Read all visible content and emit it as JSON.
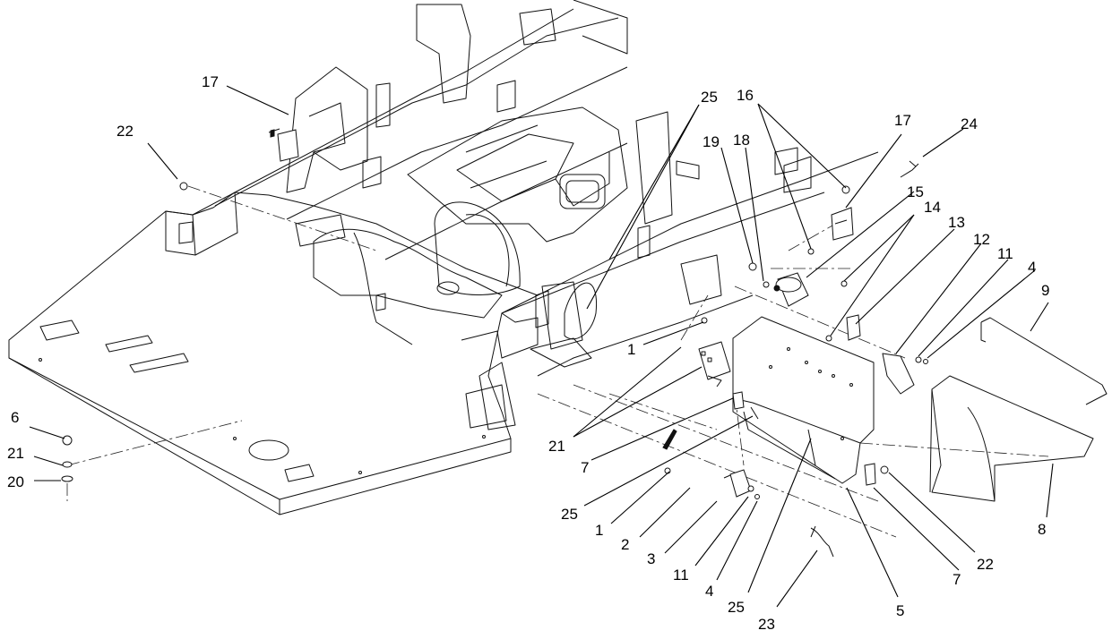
{
  "diagram": {
    "callouts": [
      {
        "id": "c17a",
        "label": "17"
      },
      {
        "id": "c22a",
        "label": "22"
      },
      {
        "id": "c25a",
        "label": "25"
      },
      {
        "id": "c16",
        "label": "16"
      },
      {
        "id": "c17b",
        "label": "17"
      },
      {
        "id": "c24",
        "label": "24"
      },
      {
        "id": "c19",
        "label": "19"
      },
      {
        "id": "c18",
        "label": "18"
      },
      {
        "id": "c15",
        "label": "15"
      },
      {
        "id": "c14",
        "label": "14"
      },
      {
        "id": "c13",
        "label": "13"
      },
      {
        "id": "c12",
        "label": "12"
      },
      {
        "id": "c11a",
        "label": "11"
      },
      {
        "id": "c4a",
        "label": "4"
      },
      {
        "id": "c9",
        "label": "9"
      },
      {
        "id": "c1a",
        "label": "1"
      },
      {
        "id": "c21a",
        "label": "21"
      },
      {
        "id": "c7a",
        "label": "7"
      },
      {
        "id": "c25b",
        "label": "25"
      },
      {
        "id": "c1b",
        "label": "1"
      },
      {
        "id": "c2",
        "label": "2"
      },
      {
        "id": "c3",
        "label": "3"
      },
      {
        "id": "c11b",
        "label": "11"
      },
      {
        "id": "c4b",
        "label": "4"
      },
      {
        "id": "c25c",
        "label": "25"
      },
      {
        "id": "c23",
        "label": "23"
      },
      {
        "id": "c5",
        "label": "5"
      },
      {
        "id": "c7b",
        "label": "7"
      },
      {
        "id": "c22b",
        "label": "22"
      },
      {
        "id": "c8",
        "label": "8"
      },
      {
        "id": "c6",
        "label": "6"
      },
      {
        "id": "c21b",
        "label": "21"
      },
      {
        "id": "c20",
        "label": "20"
      }
    ]
  }
}
